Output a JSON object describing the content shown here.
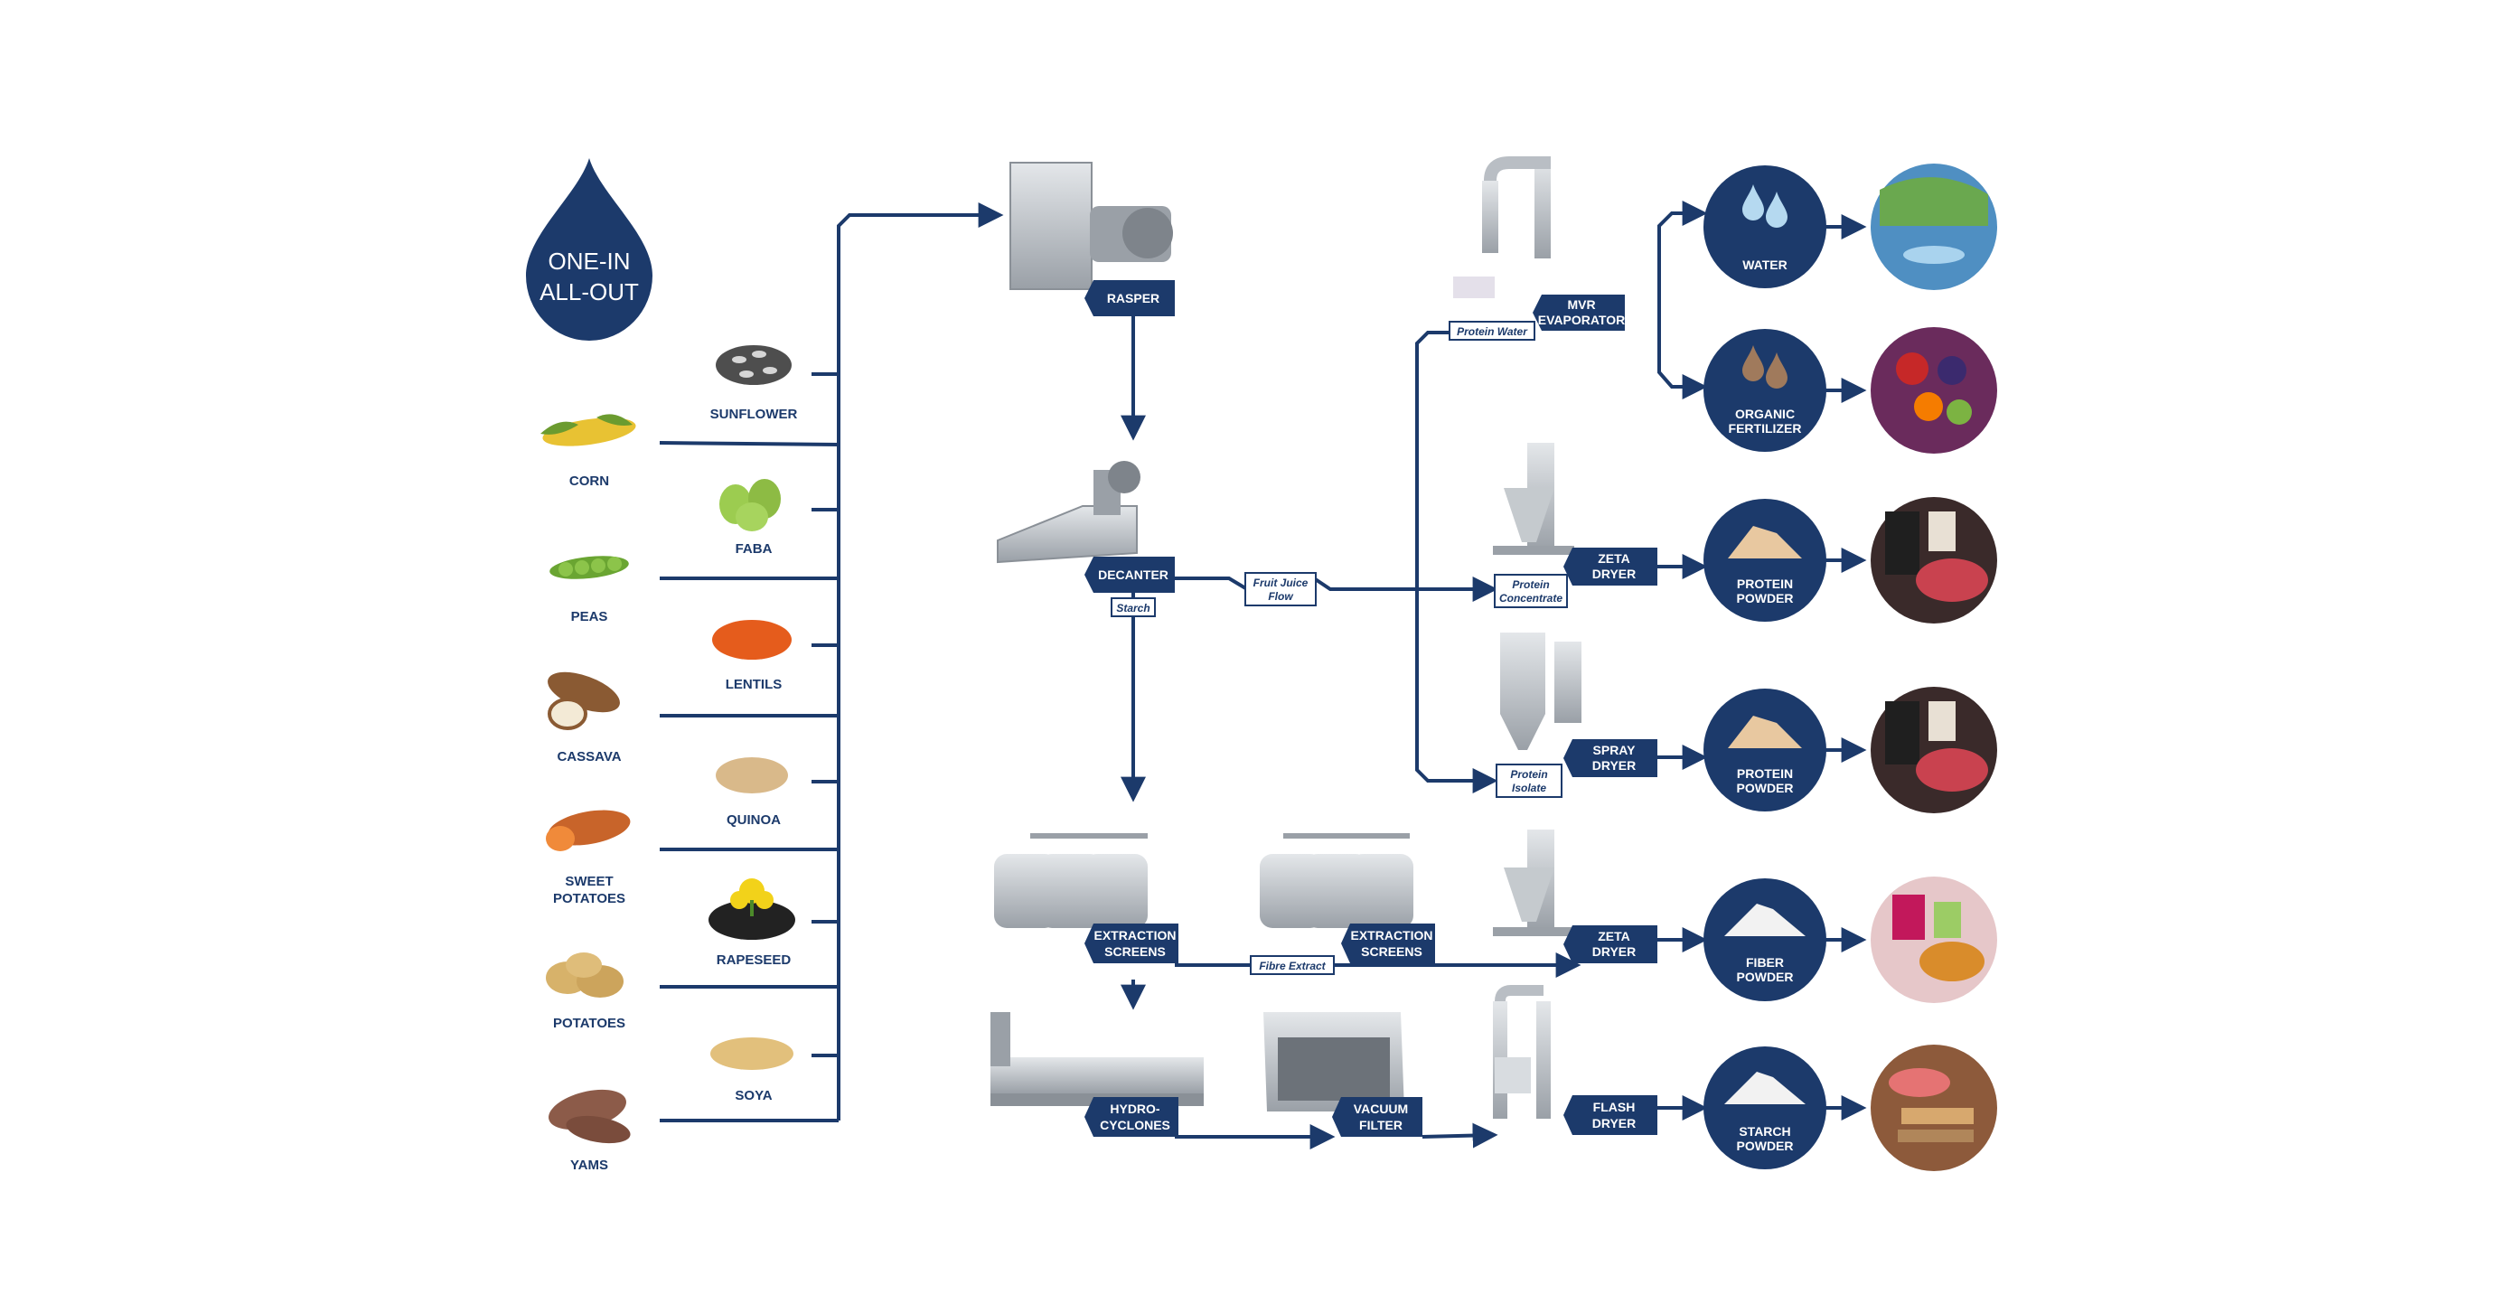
{
  "title": {
    "line1": "ONE-IN",
    "line2": "ALL-OUT"
  },
  "colors": {
    "navy": "#1c3a6b",
    "line": "#1c3a6b",
    "machine": "#b9bec4",
    "machine_dark": "#8a9097"
  },
  "inputs_left": [
    "CORN",
    "PEAS",
    "CASSAVA",
    "SWEET",
    "POTATOES",
    "POTATOES",
    "YAMS"
  ],
  "inputs_right": [
    "SUNFLOWER",
    "FABA",
    "LENTILS",
    "QUINOA",
    "RAPESEED",
    "SOYA"
  ],
  "machines": {
    "rasper": "RASPER",
    "decanter": "DECANTER",
    "mvr_1": "MVR",
    "mvr_2": "EVAPORATOR",
    "zeta1_1": "ZETA",
    "zeta1_2": "DRYER",
    "spray_1": "SPRAY",
    "spray_2": "DRYER",
    "ext1_1": "EXTRACTION",
    "ext1_2": "SCREENS",
    "ext2_1": "EXTRACTION",
    "ext2_2": "SCREENS",
    "zeta2_1": "ZETA",
    "zeta2_2": "DRYER",
    "hydro_1": "HYDRO-",
    "hydro_2": "CYCLONES",
    "vac_1": "VACUUM",
    "vac_2": "FILTER",
    "flash_1": "FLASH",
    "flash_2": "DRYER"
  },
  "flows": {
    "protein_water": "Protein Water",
    "fruit_juice_1": "Fruit Juice",
    "fruit_juice_2": "Flow",
    "starch": "Starch",
    "protein_conc_1": "Protein",
    "protein_conc_2": "Concentrate",
    "protein_iso_1": "Protein",
    "protein_iso_2": "Isolate",
    "fibre_extract": "Fibre Extract"
  },
  "outputs": {
    "water": "WATER",
    "fert_1": "ORGANIC",
    "fert_2": "FERTILIZER",
    "prot1_1": "PROTEIN",
    "prot1_2": "POWDER",
    "prot2_1": "PROTEIN",
    "prot2_2": "POWDER",
    "fiber_1": "FIBER",
    "fiber_2": "POWDER",
    "starch_1": "STARCH",
    "starch_2": "POWDER"
  }
}
